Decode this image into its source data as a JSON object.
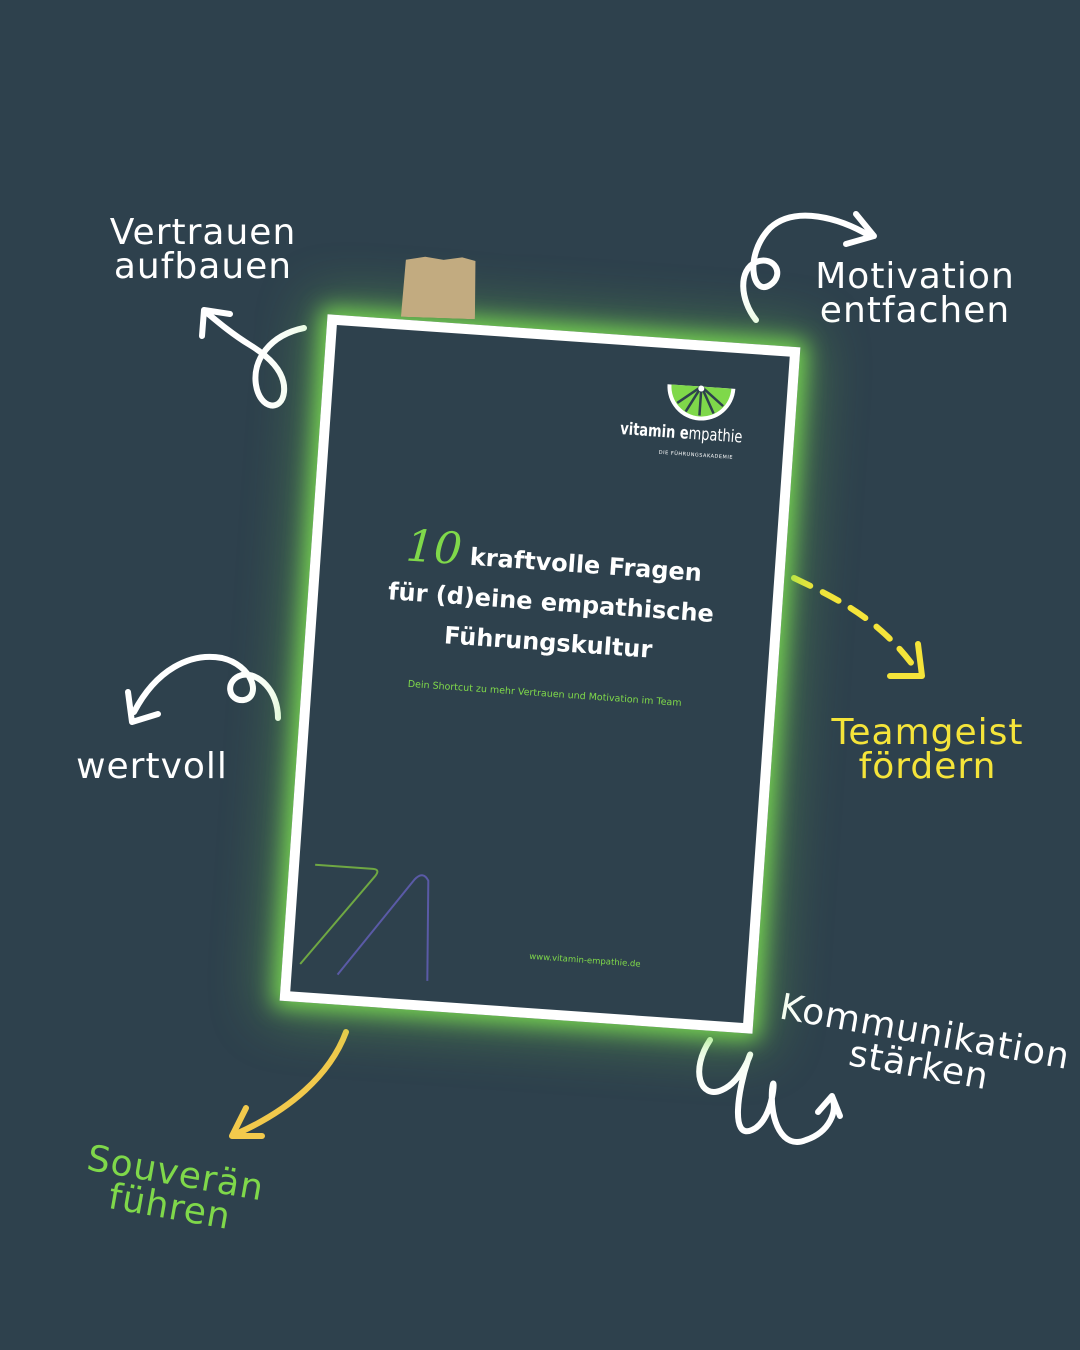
{
  "labels": {
    "vertrauen": [
      "Vertrauen",
      "aufbauen"
    ],
    "motivation": [
      "Motivation",
      "entfachen"
    ],
    "wertvoll": "wertvoll",
    "teamgeist": [
      "Teamgeist",
      "fördern"
    ],
    "kommunikation": [
      "Kommunikation",
      "stärken"
    ],
    "souveraen": [
      "Souverän",
      "führen"
    ]
  },
  "poster": {
    "brand_bold": "vitamin e",
    "brand_light": "mpathie",
    "brand_tagline": "DIE FÜHRUNGSAKADEMIE",
    "title_number": "10",
    "title_line1": "kraftvolle Fragen",
    "title_line2": "für (d)eine empathische",
    "title_line3": "Führungskultur",
    "subtitle": "Dein Shortcut zu mehr Vertrauen und Motivation im Team",
    "website": "www.vitamin-empathie.de"
  },
  "colors": {
    "background": "#2e414d",
    "accent_green": "#7fd84a",
    "accent_yellow": "#f5e43a",
    "arrow_orange": "#f2c94c",
    "tape": "#c2ab80",
    "text": "#ffffff"
  }
}
